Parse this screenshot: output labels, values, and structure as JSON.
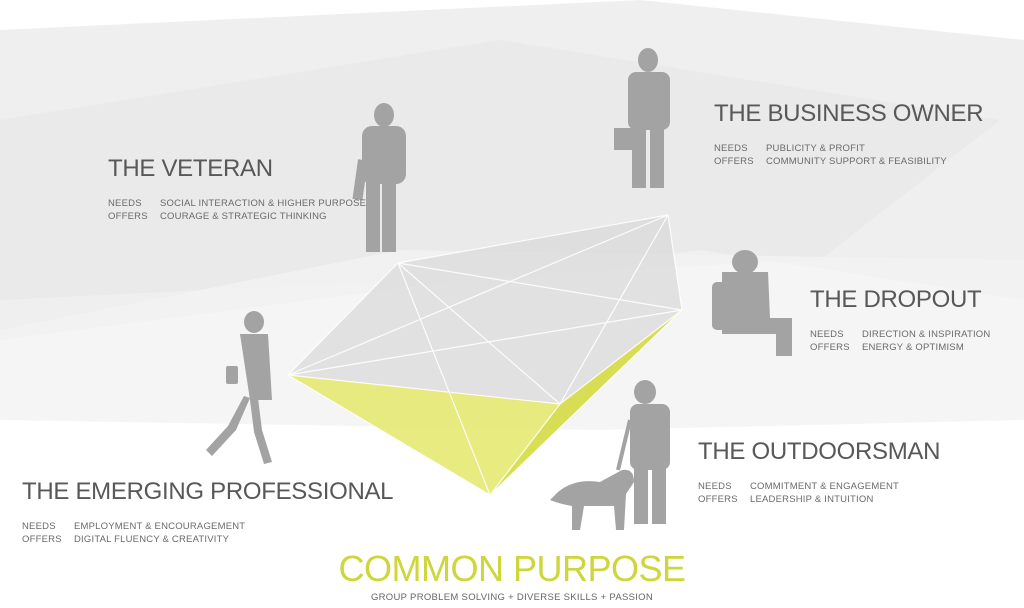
{
  "personas": {
    "veteran": {
      "title": "THE VETERAN",
      "needs_label": "NEEDS",
      "needs": "SOCIAL INTERACTION & HIGHER PURPOSE",
      "offers_label": "OFFERS",
      "offers": "COURAGE & STRATEGIC THINKING"
    },
    "business_owner": {
      "title": "THE BUSINESS OWNER",
      "needs_label": "NEEDS",
      "needs": "PUBLICITY & PROFIT",
      "offers_label": "OFFERS",
      "offers": "COMMUNITY SUPPORT & FEASIBILITY"
    },
    "dropout": {
      "title": "THE DROPOUT",
      "needs_label": "NEEDS",
      "needs": "DIRECTION & INSPIRATION",
      "offers_label": "OFFERS",
      "offers": "ENERGY & OPTIMISM"
    },
    "outdoorsman": {
      "title": "THE OUTDOORSMAN",
      "needs_label": "NEEDS",
      "needs": "COMMITMENT & ENGAGEMENT",
      "offers_label": "OFFERS",
      "offers": "LEADERSHIP & INTUITION"
    },
    "emerging_professional": {
      "title": "THE EMERGING PROFESSIONAL",
      "needs_label": "NEEDS",
      "needs": "EMPLOYMENT & ENCOURAGEMENT",
      "offers_label": "OFFERS",
      "offers": "DIGITAL FLUENCY & CREATIVITY"
    }
  },
  "common_purpose": {
    "title": "COMMON PURPOSE",
    "subtitle": "GROUP PROBLEM SOLVING + DIVERSE SKILLS + PASSION"
  },
  "colors": {
    "accent": "#cdd63a",
    "plane": "#e8e8e8",
    "figure": "#a3a3a3",
    "text": "#585858"
  }
}
